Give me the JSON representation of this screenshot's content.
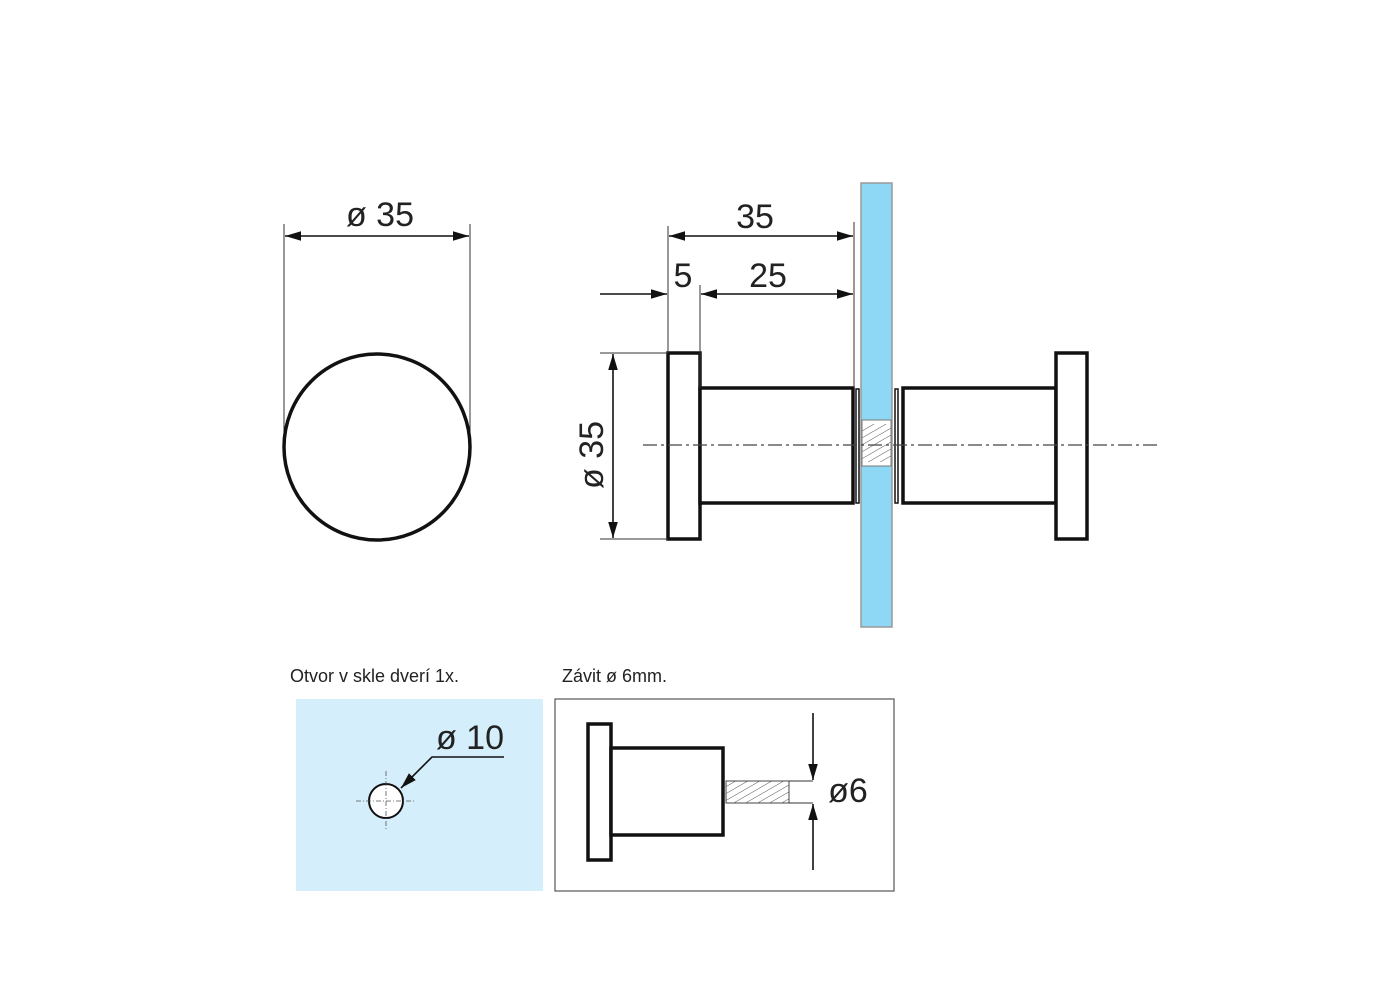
{
  "front_view": {
    "diameter_label": "ø 35"
  },
  "side_view": {
    "length_label": "35",
    "flange_label": "5",
    "body_label": "25",
    "diameter_label": "ø 35"
  },
  "hole_detail": {
    "title": "Otvor v skle dverí 1x.",
    "diameter_label": "ø 10"
  },
  "thread_detail": {
    "title": "Závit ø 6mm.",
    "diameter_label": "ø6"
  },
  "colors": {
    "glass": "#8ed8f5",
    "glass_light": "#d4eefb",
    "line": "#111111"
  }
}
